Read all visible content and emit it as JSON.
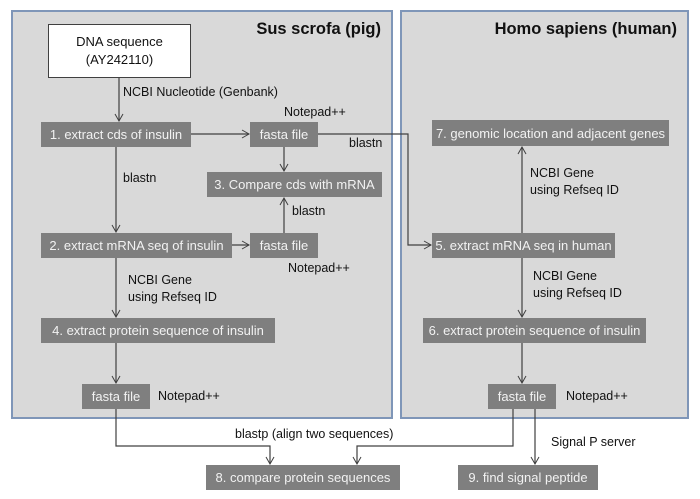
{
  "panels": {
    "pig": {
      "title": "Sus scrofa (pig)"
    },
    "human": {
      "title": "Homo sapiens (human)"
    }
  },
  "nodes": {
    "dna": {
      "line1": "DNA sequence",
      "line2": "(AY242110)"
    },
    "step1": "1. extract cds of insulin",
    "fasta_pig_cds": "fasta file",
    "step3": "3. Compare cds with mRNA",
    "step2": "2. extract mRNA seq of insulin",
    "fasta_pig_mrna": "fasta file",
    "step4": "4. extract protein sequence of insulin",
    "fasta_pig_protein": "fasta file",
    "step7": "7. genomic location and adjacent genes",
    "step5": "5. extract mRNA seq in human",
    "step6": "6. extract protein sequence of insulin",
    "fasta_human_protein": "fasta file",
    "step8": "8. compare protein sequences",
    "step9": "9. find signal peptide"
  },
  "labels": {
    "ncbi_nucleotide": "NCBI Nucleotide (Genbank)",
    "notepad_1": "Notepad++",
    "blastn_cross": "blastn",
    "blastn_left": "blastn",
    "blastn_up": "blastn",
    "notepad_2": "Notepad++",
    "ncbi_gene_pig_1": "NCBI Gene",
    "ncbi_gene_pig_2": "using Refseq ID",
    "notepad_3": "Notepad++",
    "ncbi_gene_h_up_1": "NCBI Gene",
    "ncbi_gene_h_up_2": "using Refseq ID",
    "ncbi_gene_h_down_1": "NCBI Gene",
    "ncbi_gene_h_down_2": "using Refseq ID",
    "notepad_4": "Notepad++",
    "blastp": "blastp (align two sequences)",
    "signalp": "Signal P server"
  }
}
